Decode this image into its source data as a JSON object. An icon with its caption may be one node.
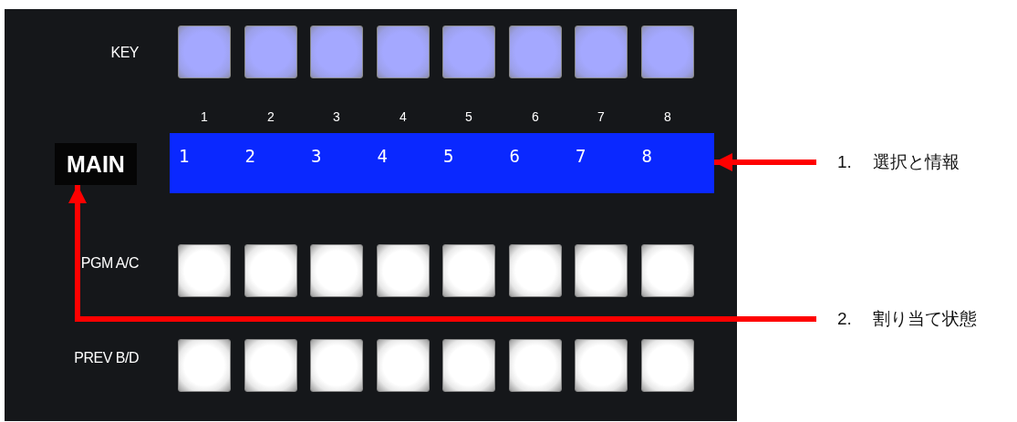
{
  "diagram": {
    "nodes": [
      {
        "text": [
          "MAIN"
        ]
      },
      {
        "text": [
          "1",
          "2",
          "3",
          "4",
          "5",
          "6",
          "7",
          "8"
        ]
      },
      {
        "text": [
          "1. 選択と情報"
        ]
      },
      {
        "text": [
          "2. 割り当て状態"
        ]
      }
    ],
    "edges": [
      {
        "from": 2,
        "to": 1,
        "arrow": "to"
      },
      {
        "from": 3,
        "to": 0,
        "arrow": "to"
      }
    ],
    "labels": [
      "KEY",
      "1",
      "2",
      "3",
      "4",
      "5",
      "6",
      "7",
      "8",
      "PGM A/C",
      "PREV B/D"
    ]
  }
}
